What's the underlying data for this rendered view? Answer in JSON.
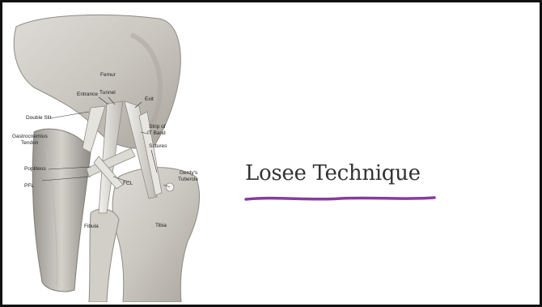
{
  "slide": {
    "title": "Losee Technique",
    "accent_color": "#8a3aa0",
    "border_color": "#111111"
  },
  "figure": {
    "labels": {
      "femur": "Femur",
      "entrance": "Entrance",
      "tunnel": "Tunnel",
      "exit": "Exit",
      "double_slit": "Double Slit",
      "gastrocnemius_1": "Gastrocnemius",
      "gastrocnemius_2": "Tendon",
      "strip_1": "Strip of",
      "strip_2": "IT Band",
      "sutures": "Sutures",
      "popliteus": "Popliteus",
      "gerdys_1": "Gerdy's",
      "gerdys_2": "Tubercle",
      "pfl": "PFL",
      "fcl": "FCL",
      "fibula": "Fibula",
      "tibia": "Tibia"
    }
  }
}
